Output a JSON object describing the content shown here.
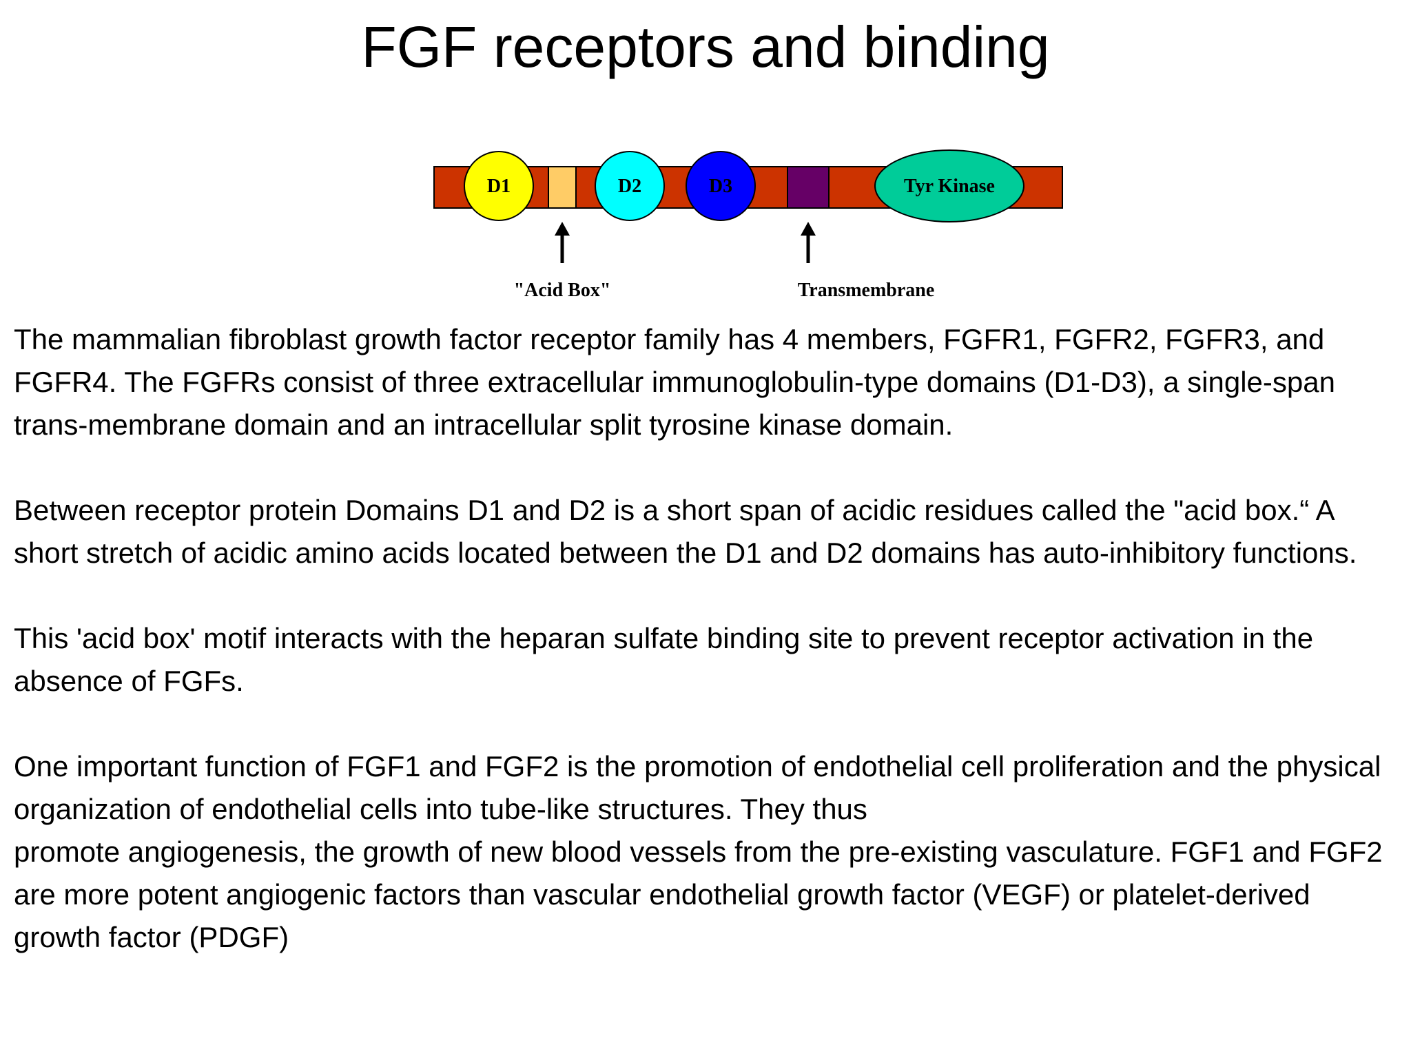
{
  "title": "FGF receptors and binding",
  "diagram": {
    "domains": {
      "d1": "D1",
      "d2": "D2",
      "d3": "D3",
      "kinase": "Tyr Kinase"
    },
    "labels": {
      "acid_box": "\"Acid Box\"",
      "transmembrane": "Transmembrane"
    },
    "colors": {
      "backbone": "#cc3300",
      "d1": "#ffff00",
      "acid_box": "#ffcc66",
      "d2": "#00ffff",
      "d3": "#0000ff",
      "transmembrane": "#660066",
      "kinase": "#00cc99"
    }
  },
  "paragraphs": [
    "The mammalian fibroblast growth factor receptor family has 4 members, FGFR1, FGFR2, FGFR3, and FGFR4. The FGFRs consist of three extracellular immunoglobulin-type domains (D1-D3), a single-span trans-membrane domain and an intracellular split tyrosine kinase domain.",
    "Between receptor protein Domains D1 and D2 is a short span of acidic residues called the \"acid box.“    A short stretch of acidic amino acids located between the D1 and D2 domains has auto-inhibitory functions.",
    "This 'acid box' motif interacts with the heparan sulfate binding site to prevent receptor activation in the absence of FGFs.",
    "One important function of FGF1 and FGF2 is the promotion of endothelial cell proliferation and the physical organization of endothelial cells into tube-like structures. They thus\npromote angiogenesis, the growth of new blood vessels from the pre-existing vasculature. FGF1 and FGF2 are more potent angiogenic factors than vascular endothelial growth factor (VEGF) or platelet-derived growth factor (PDGF)"
  ]
}
